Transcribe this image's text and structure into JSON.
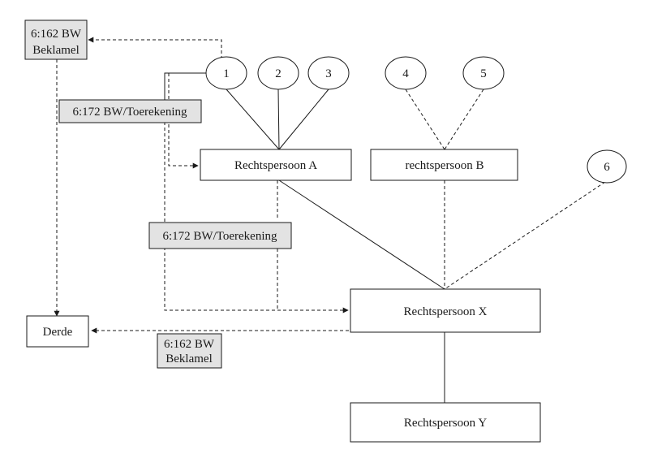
{
  "circles": [
    {
      "id": "c1",
      "label": "1"
    },
    {
      "id": "c2",
      "label": "2"
    },
    {
      "id": "c3",
      "label": "3"
    },
    {
      "id": "c4",
      "label": "4"
    },
    {
      "id": "c5",
      "label": "5"
    },
    {
      "id": "c6",
      "label": "6"
    }
  ],
  "entities": {
    "a": "Rechtspersoon A",
    "b": "rechtspersoon B",
    "x": "Rechtspersoon X",
    "y": "Rechtspersoon Y",
    "derde": "Derde"
  },
  "labels": {
    "bw162_top_line1": "6:162 BW",
    "bw162_top_line2": "Beklamel",
    "bw172_upper": "6:172 BW/Toerekening",
    "bw172_lower": "6:172 BW/Toerekening",
    "bw162_bottom_line1": "6:162 BW",
    "bw162_bottom_line2": "Beklamel"
  },
  "colors": {
    "label_fill": "#e3e3e3",
    "line": "#1a1a1a"
  }
}
